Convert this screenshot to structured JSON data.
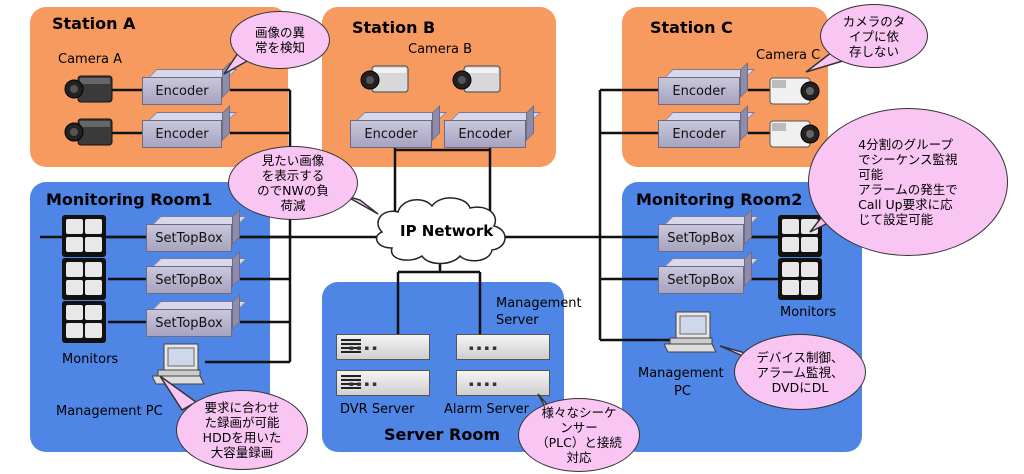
{
  "zones": {
    "station_a": "Station A",
    "station_b": "Station B",
    "station_c": "Station C",
    "monitoring_room1": "Monitoring Room1",
    "monitoring_room2": "Monitoring Room2",
    "server_room": "Server Room"
  },
  "labels": {
    "camera_a": "Camera A",
    "camera_b": "Camera B",
    "camera_c": "Camera C",
    "encoder": "Encoder",
    "settopbox": "SetTopBox",
    "monitors": "Monitors",
    "management_pc": "Management  PC",
    "management_pc2_line1": "Management",
    "management_pc2_line2": "PC",
    "dvr_server": "DVR Server",
    "alarm_server": "Alarm Server",
    "management_server_line1": "Management",
    "management_server_line2": "Server",
    "ip_network": "IP Network"
  },
  "bubbles": {
    "anomaly": [
      "画像の異",
      "常を検知"
    ],
    "camera_type": [
      "カメラのタ",
      "イプに依",
      "存しない"
    ],
    "reduce_load": [
      "見たい画像",
      "を表示する",
      "のでNWの負",
      "荷減"
    ],
    "sequence": [
      "4分割のグループ",
      "でシーケンス監視",
      "可能",
      "アラームの発生で",
      "Call  Up要求に応",
      "じて設定可能"
    ],
    "device_control": [
      "デバイス制御、",
      "アラーム監視、",
      "DVDにDL"
    ],
    "recording": [
      "要求に合わせ",
      "た録画が可能",
      "HDDを用いた",
      "大容量録画"
    ],
    "plc": [
      "様々なシーケ",
      "ンサー",
      "（PLC）と接続",
      "対応"
    ]
  },
  "colors": {
    "station": "#f79a5f",
    "room": "#4f86e6",
    "bubble": "#f9c6f4"
  }
}
